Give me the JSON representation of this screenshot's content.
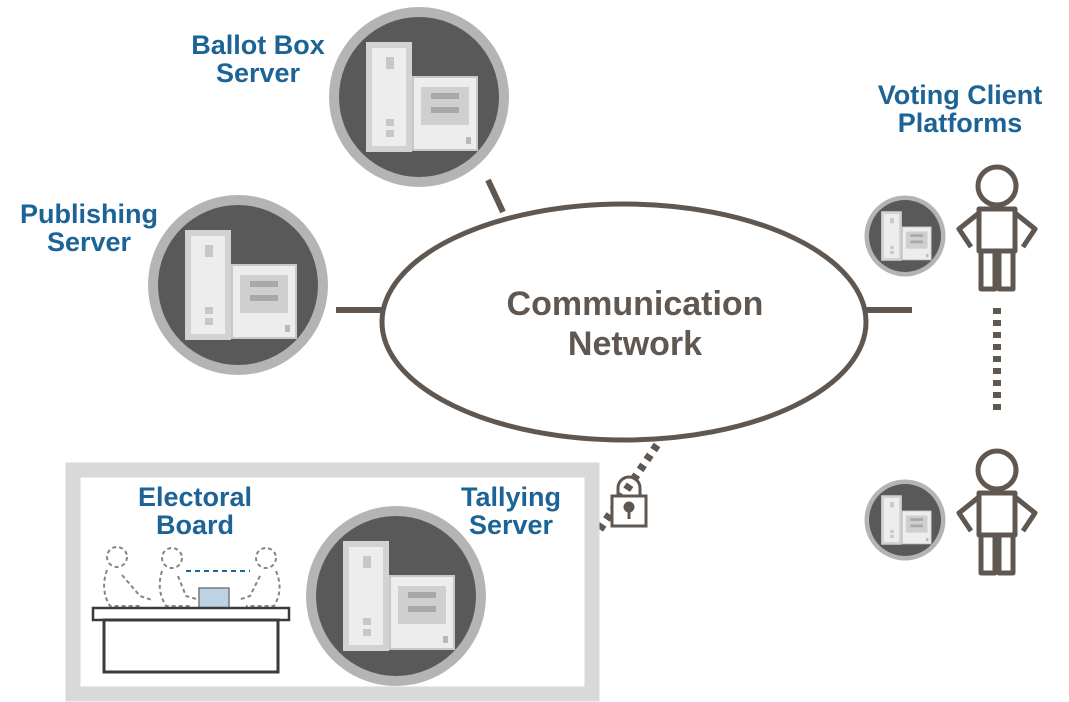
{
  "network": {
    "title_line1": "Communication",
    "title_line2": "Network"
  },
  "nodes": {
    "ballot_box": {
      "line1": "Ballot Box",
      "line2": "Server"
    },
    "publishing": {
      "line1": "Publishing",
      "line2": "Server"
    },
    "tallying": {
      "line1": "Tallying",
      "line2": "Server"
    },
    "electoral_board": {
      "line1": "Electoral",
      "line2": "Board"
    },
    "voting_clients": {
      "line1": "Voting Client",
      "line2": "Platforms"
    }
  },
  "colors": {
    "label": "#1c6396",
    "network_text": "#5f5750",
    "line": "#5f5750",
    "circle_ring": "#b4b4b4",
    "circle_fill": "#595959",
    "box_border": "#d9d9d9"
  },
  "icons": {
    "server": "server-icon",
    "person": "person-icon",
    "lock": "lock-icon",
    "meeting": "electoral-board-meeting-icon"
  }
}
